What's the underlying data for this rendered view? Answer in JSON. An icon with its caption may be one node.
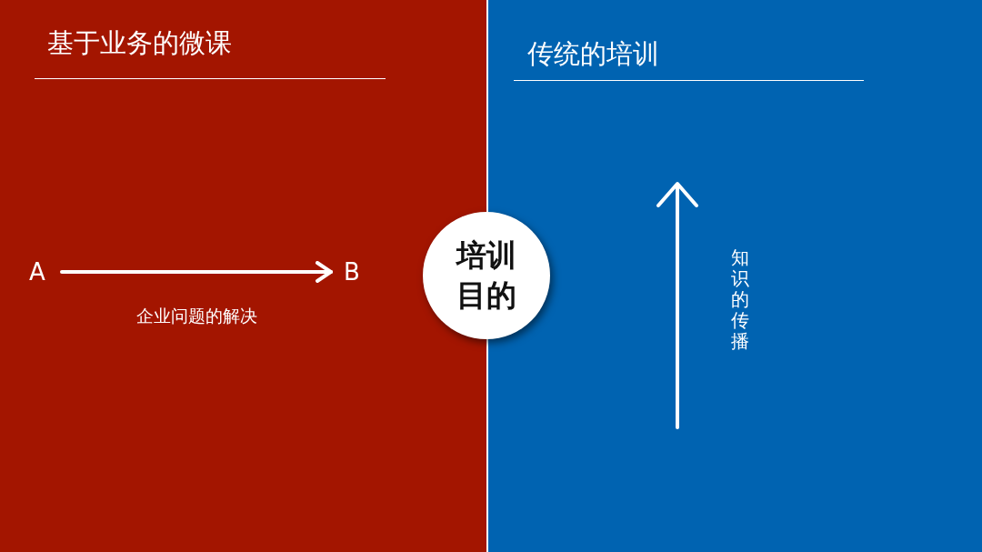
{
  "diagram": {
    "nodes": [
      {
        "text": [
          "基于业务的微课"
        ]
      },
      {
        "text": [
          "传统的培训"
        ]
      },
      {
        "text": [
          "A"
        ],
        "in": 0
      },
      {
        "text": [
          "B"
        ],
        "in": 0
      },
      {
        "text": [
          "培训目的"
        ]
      }
    ],
    "edges": [
      {
        "from": 2,
        "to": 3,
        "arrow": "to",
        "label": "企业问题的解决"
      }
    ],
    "labels": [
      "知识的传播"
    ]
  }
}
